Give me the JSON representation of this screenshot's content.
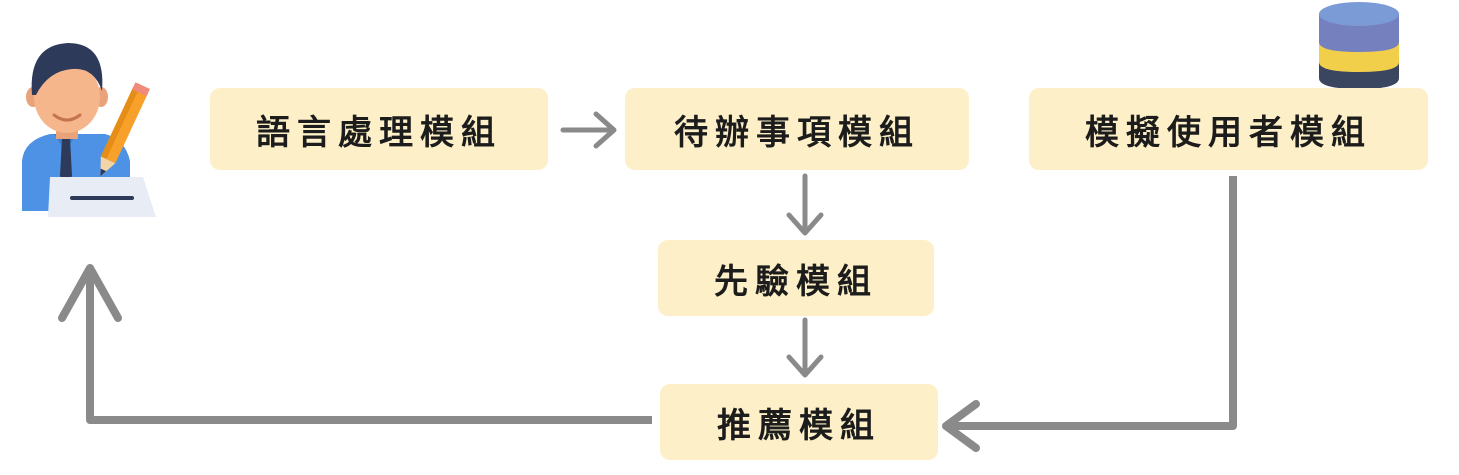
{
  "modules": {
    "nlp": "語言處理模組",
    "todo": "待辦事項模組",
    "simulated_user": "模擬使用者模組",
    "prior": "先驗模組",
    "recommend": "推薦模組"
  },
  "icons": {
    "user": "user-writing-icon",
    "database": "database-icon"
  },
  "colors": {
    "box_fill": "#fdf0c8",
    "arrow": "#8a8a8a",
    "user_shirt": "#4e92e6",
    "user_hair": "#2d3a5a",
    "user_skin": "#f6b68b",
    "pencil": "#f7a12a",
    "db_top": "#7b9bd6",
    "db_mid_band": "#7581be",
    "db_yellow": "#f2cf4a",
    "db_bottom": "#3a4560"
  }
}
